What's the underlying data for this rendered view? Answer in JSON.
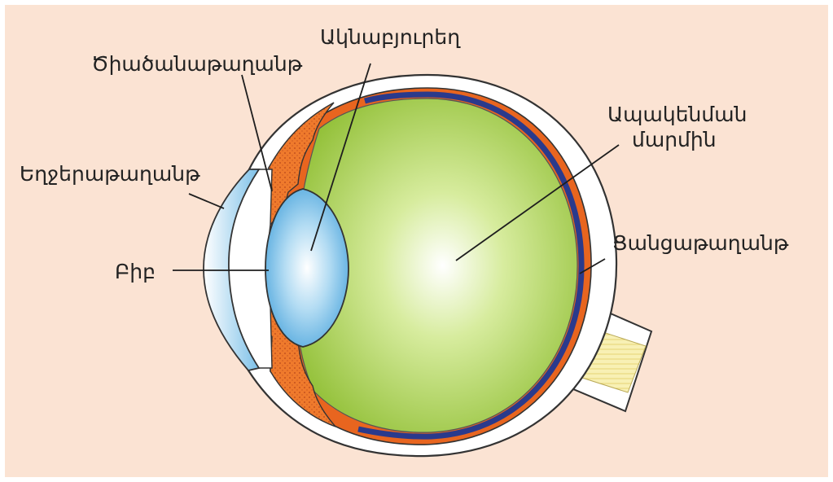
{
  "labels": {
    "lens": "Ակնաբյուրեղ",
    "ciliary": "Ծիածանաթաղանթ",
    "vitreous_line1": "Ապակենման",
    "vitreous_line2": "մարմին",
    "cornea": "Եղջերաթաղանթ",
    "pupil": "Բիբ",
    "retina": "Ցանցաթաղանթ"
  },
  "colors": {
    "background": "#fbe3d3",
    "sclera": "#ffffff",
    "choroid": "#e8651f",
    "retina_band": "#2a3a8c",
    "vitreous": "#9cc83c",
    "lens": "#63b3e2",
    "cornea": "#8cc7ea",
    "optic_nerve": "#f6eda0"
  }
}
